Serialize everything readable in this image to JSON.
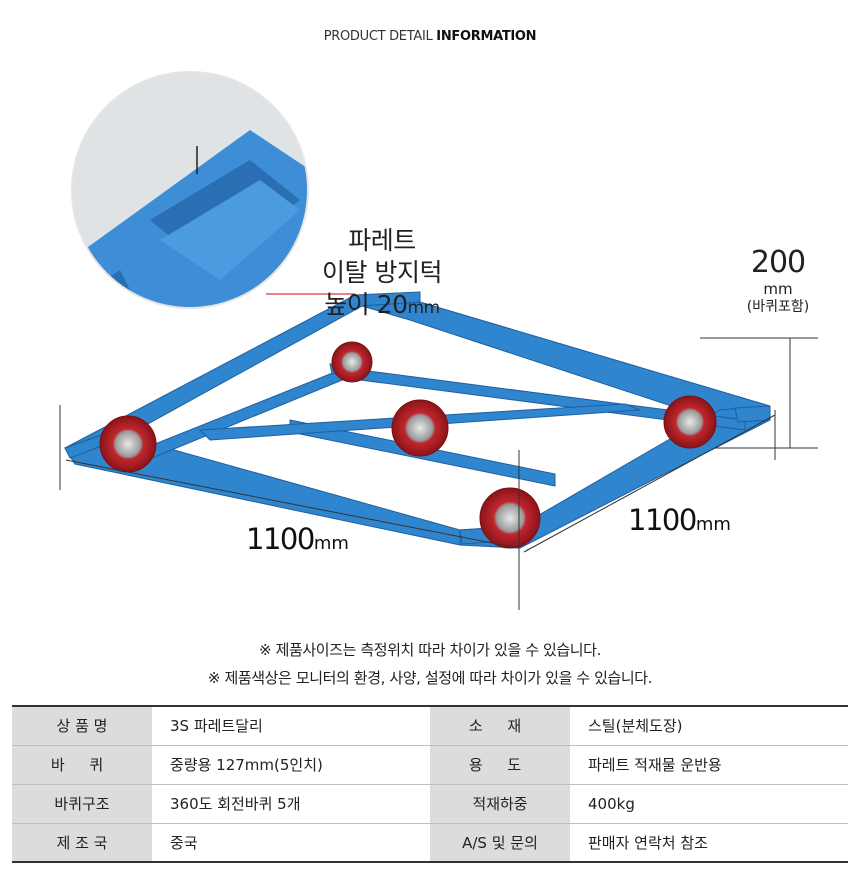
{
  "header": {
    "prefix": "PRODUCT DETAIL",
    "bold": "INFORMATION"
  },
  "callout": {
    "line1": "파레트",
    "line2": "이탈 방지턱",
    "line3": "높이 20",
    "unit": "mm"
  },
  "dimensions": {
    "height_value": "200",
    "height_unit": "mm",
    "height_note": "(바퀴포함)",
    "width_value": "1100",
    "width_unit": "mm",
    "depth_value": "1100",
    "depth_unit": "mm"
  },
  "notes": [
    "※ 제품사이즈는 측정위치 따라 차이가 있을 수 있습니다.",
    "※ 제품색상은 모니터의 환경, 사양, 설정에 따라 차이가 있을 수 있습니다."
  ],
  "spec_table": [
    {
      "k1": "상 품 명",
      "v1": "3S 파레트달리",
      "k2": "소 재",
      "v2": "스틸(분체도장)"
    },
    {
      "k1": "바 퀴",
      "v1": "중량용 127mm(5인치)",
      "k2": "용 도",
      "v2": "파레트 적재물 운반용"
    },
    {
      "k1": "바퀴구조",
      "v1": "360도 회전바퀴 5개",
      "k2": "적재하중",
      "v2": "400kg"
    },
    {
      "k1": "제 조 국",
      "v1": "중국",
      "k2": "A/S 및 문의",
      "v2": "판매자 연락처 참조"
    }
  ],
  "colors": {
    "frame": "#2f86cf",
    "frame_dark": "#1f5f9e",
    "wheel": "#c0262d",
    "callout_line": "#d43a3a"
  }
}
